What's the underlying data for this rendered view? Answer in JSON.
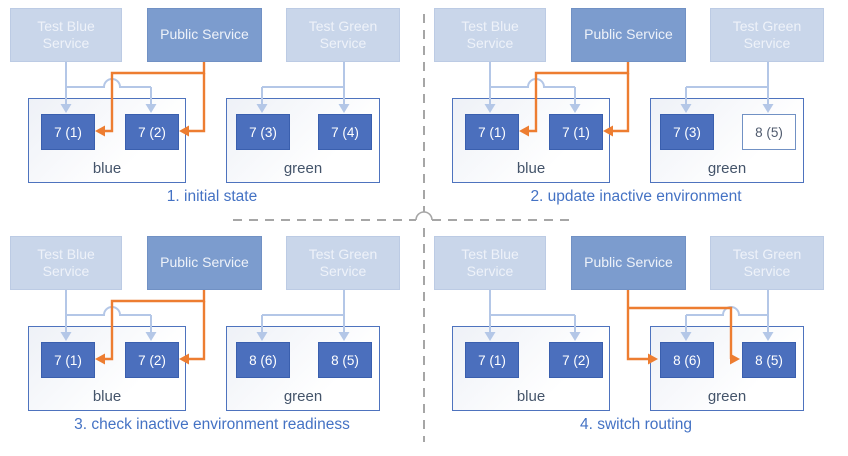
{
  "colors": {
    "accent_blue": "#4472c4",
    "pod_fill": "#4b6fbd",
    "pod_border": "#3a5fae",
    "service_light_fill": "#c9d6ea",
    "service_light_border": "#bccbe4",
    "service_public_fill": "#7c9cce",
    "service_public_border": "#7191c4",
    "service_text": "#eef2f9",
    "env_border": "#4e73be",
    "env_fill_start": "#eef1f7",
    "env_fill_end": "#ffffff",
    "env_label_text": "#44546a",
    "outline_pod_text": "#505b6e",
    "connector_light": "#b4c7e7",
    "connector_orange": "#ed7d31",
    "divider_gray": "#a6a6a6",
    "caption_text": "#4472c4"
  },
  "panels": [
    {
      "caption": "1. initial state",
      "public_route": "blue",
      "services": {
        "test_blue": "Test Blue Service",
        "public": "Public Service",
        "test_green": "Test Green Service"
      },
      "blue_env": {
        "label": "blue",
        "pods": [
          {
            "label": "7 (1)",
            "style": "filled"
          },
          {
            "label": "7 (2)",
            "style": "filled"
          }
        ]
      },
      "green_env": {
        "label": "green",
        "pods": [
          {
            "label": "7 (3)",
            "style": "filled"
          },
          {
            "label": "7 (4)",
            "style": "filled"
          }
        ]
      }
    },
    {
      "caption": "2. update inactive environment",
      "public_route": "blue",
      "services": {
        "test_blue": "Test Blue Service",
        "public": "Public Service",
        "test_green": "Test Green Service"
      },
      "blue_env": {
        "label": "blue",
        "pods": [
          {
            "label": "7 (1)",
            "style": "filled"
          },
          {
            "label": "7 (1)",
            "style": "filled"
          }
        ]
      },
      "green_env": {
        "label": "green",
        "pods": [
          {
            "label": "7 (3)",
            "style": "filled"
          },
          {
            "label": "8 (5)",
            "style": "outline"
          }
        ]
      }
    },
    {
      "caption": "3. check inactive environment readiness",
      "public_route": "blue",
      "services": {
        "test_blue": "Test Blue Service",
        "public": "Public Service",
        "test_green": "Test Green Service"
      },
      "blue_env": {
        "label": "blue",
        "pods": [
          {
            "label": "7 (1)",
            "style": "filled"
          },
          {
            "label": "7 (2)",
            "style": "filled"
          }
        ]
      },
      "green_env": {
        "label": "green",
        "pods": [
          {
            "label": "8 (6)",
            "style": "filled"
          },
          {
            "label": "8 (5)",
            "style": "filled"
          }
        ]
      }
    },
    {
      "caption": "4. switch routing",
      "public_route": "green",
      "services": {
        "test_blue": "Test Blue Service",
        "public": "Public Service",
        "test_green": "Test Green Service"
      },
      "blue_env": {
        "label": "blue",
        "pods": [
          {
            "label": "7 (1)",
            "style": "filled"
          },
          {
            "label": "7 (2)",
            "style": "filled"
          }
        ]
      },
      "green_env": {
        "label": "green",
        "pods": [
          {
            "label": "8 (6)",
            "style": "filled"
          },
          {
            "label": "8 (5)",
            "style": "filled"
          }
        ]
      }
    }
  ]
}
